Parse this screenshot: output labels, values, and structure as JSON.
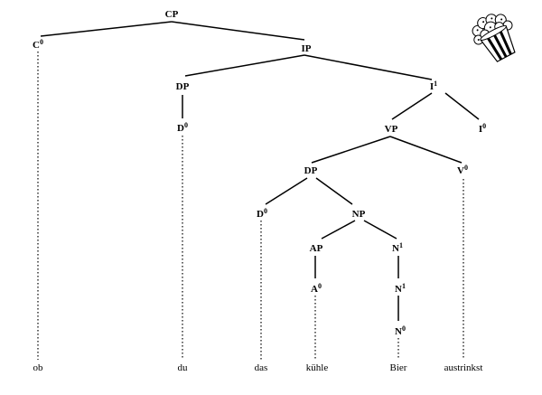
{
  "nodes": {
    "cp": {
      "label": "CP"
    },
    "c0": {
      "label": "C",
      "sup": "0"
    },
    "ip": {
      "label": "IP"
    },
    "dp1": {
      "label": "DP"
    },
    "d01": {
      "label": "D",
      "sup": "0"
    },
    "i1": {
      "label": "I",
      "sup": "1"
    },
    "vp": {
      "label": "VP"
    },
    "i0": {
      "label": "I",
      "sup": "0"
    },
    "dp2": {
      "label": "DP"
    },
    "v0": {
      "label": "V",
      "sup": "0"
    },
    "d02": {
      "label": "D",
      "sup": "0"
    },
    "np": {
      "label": "NP"
    },
    "ap": {
      "label": "AP"
    },
    "n1a": {
      "label": "N",
      "sup": "1"
    },
    "a0": {
      "label": "A",
      "sup": "0"
    },
    "n1b": {
      "label": "N",
      "sup": "1"
    },
    "n0": {
      "label": "N",
      "sup": "0"
    }
  },
  "leaves": {
    "ob": "ob",
    "du": "du",
    "das": "das",
    "kuehle": "kühle",
    "bier": "Bier",
    "austrinkst": "austrinkst"
  },
  "logo_icon": "popcorn-bucket-icon"
}
